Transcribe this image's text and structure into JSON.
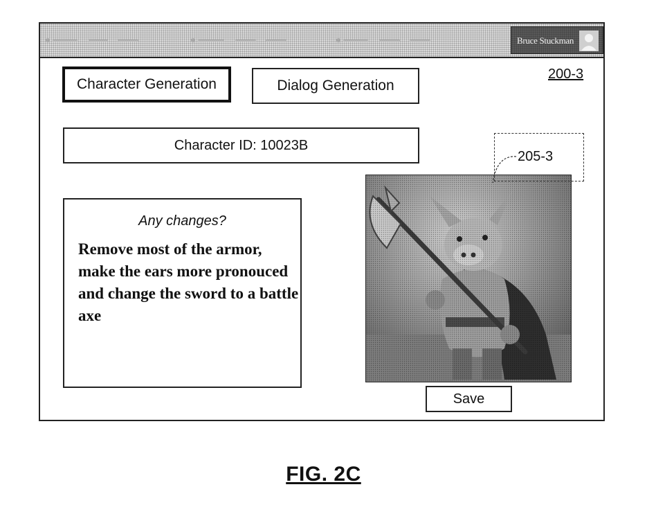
{
  "header": {
    "user_name": "Bruce Stuckman"
  },
  "reference_label": "200-3",
  "tabs": [
    {
      "label": "Character Generation"
    },
    {
      "label": "Dialog Generation"
    }
  ],
  "character_id_text": "Character ID: 10023B",
  "changes": {
    "prompt": "Any changes?",
    "text": "Remove most of the armor, make the ears more pronouced and change the sword to a battle axe"
  },
  "image": {
    "callout_label": "205-3",
    "subject": "pig warrior holding a battle axe"
  },
  "save_label": "Save",
  "figure_label": "FIG. 2C"
}
